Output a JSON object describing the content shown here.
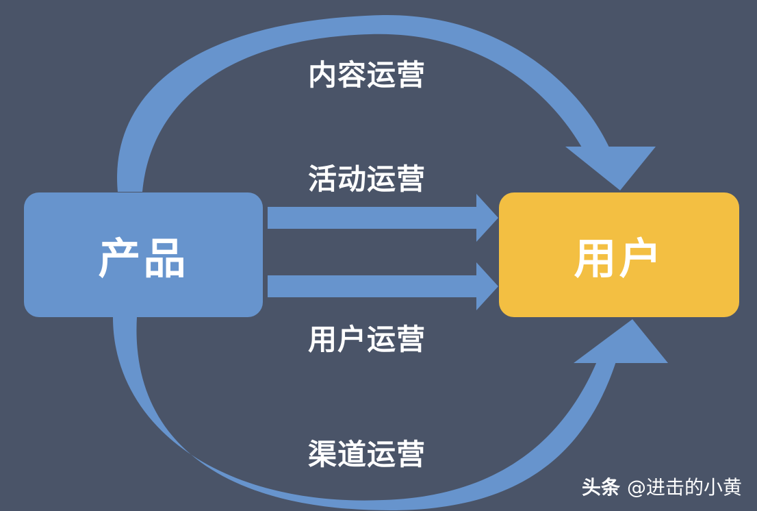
{
  "nodes": {
    "product": "产品",
    "user": "用户"
  },
  "flows": {
    "content": "内容运营",
    "activity": "活动运营",
    "user_ops": "用户运营",
    "channel": "渠道运营"
  },
  "watermark": {
    "brand": "头条",
    "handle": "@进击的小黄"
  },
  "colors": {
    "background": "#4a5468",
    "arrow": "#6794cd",
    "product_box": "#6794cd",
    "user_box": "#f3bf42",
    "text": "#ffffff"
  }
}
